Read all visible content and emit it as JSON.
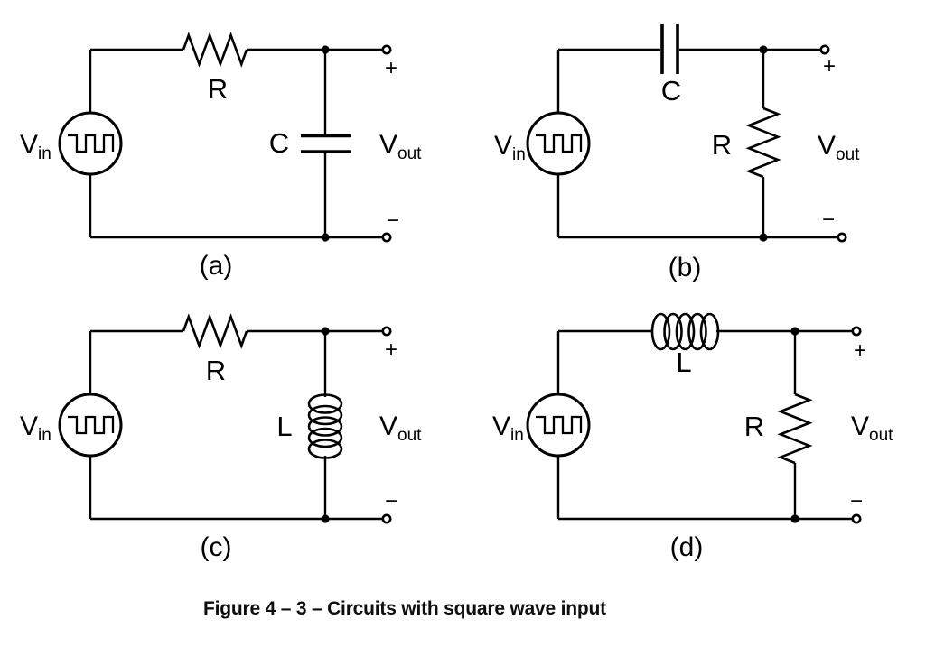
{
  "figure_caption": "Figure 4 – 3 – Circuits with square wave input",
  "colors": {
    "line": "#000000",
    "background": "#ffffff"
  },
  "circuits": [
    {
      "panel_tag": "(a)",
      "source_type": "square-wave-source",
      "source_label": {
        "base": "V",
        "sub": "in"
      },
      "series_component": {
        "label": "R",
        "type": "resistor"
      },
      "shunt_component": {
        "label": "C",
        "type": "capacitor"
      },
      "output_label": {
        "base": "V",
        "sub": "out"
      },
      "polarity_plus": "+",
      "polarity_minus": "−"
    },
    {
      "panel_tag": "(b)",
      "source_type": "square-wave-source",
      "source_label": {
        "base": "V",
        "sub": "in"
      },
      "series_component": {
        "label": "C",
        "type": "capacitor"
      },
      "shunt_component": {
        "label": "R",
        "type": "resistor"
      },
      "output_label": {
        "base": "V",
        "sub": "out"
      },
      "polarity_plus": "+",
      "polarity_minus": "−"
    },
    {
      "panel_tag": "(c)",
      "source_type": "square-wave-source",
      "source_label": {
        "base": "V",
        "sub": "in"
      },
      "series_component": {
        "label": "R",
        "type": "resistor"
      },
      "shunt_component": {
        "label": "L",
        "type": "inductor"
      },
      "output_label": {
        "base": "V",
        "sub": "out"
      },
      "polarity_plus": "+",
      "polarity_minus": "−"
    },
    {
      "panel_tag": "(d)",
      "source_type": "square-wave-source",
      "source_label": {
        "base": "V",
        "sub": "in"
      },
      "series_component": {
        "label": "L",
        "type": "inductor"
      },
      "shunt_component": {
        "label": "R",
        "type": "resistor"
      },
      "output_label": {
        "base": "V",
        "sub": "out"
      },
      "polarity_plus": "+",
      "polarity_minus": "−"
    }
  ]
}
